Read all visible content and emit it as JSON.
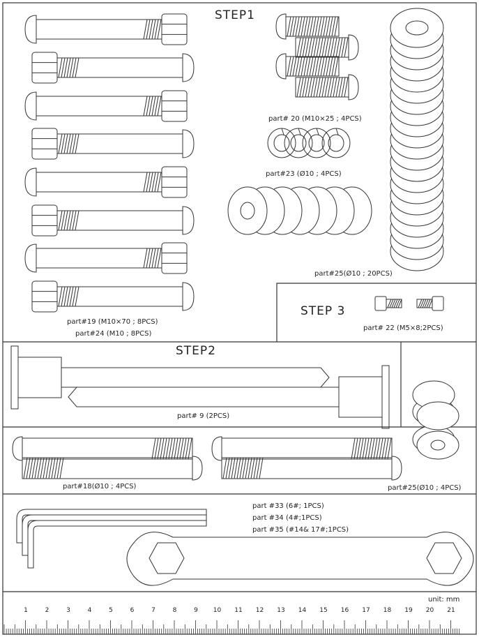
{
  "step1": {
    "title": "STEP1",
    "bolts_label_1": "part#19 (M10×70 ; 8PCS)",
    "bolts_label_2": "part#24 (M10 ; 8PCS)",
    "screws_label": "part# 20 (M10×25 ; 4PCS)",
    "spring_label": "part#23 (Ø10 ; 4PCS)",
    "washer_label": "part#25(Ø10 ; 20PCS)"
  },
  "step3": {
    "title": "STEP 3",
    "label": "part# 22 (M5×8;2PCS)"
  },
  "step2": {
    "title": "STEP2",
    "axle_label": "part# 9 (2PCS)",
    "long_bolt_label": "part#18(Ø10 ; 4PCS)",
    "washer_label": "part#25(Ø10 ; 4PCS)"
  },
  "tools": {
    "label_1": "part #33 (6#; 1PCS)",
    "label_2": "part #34 (4#;1PCS)",
    "label_3": "part #35 (#14& 17#;1PCS)"
  },
  "ruler": {
    "unit_label": "unit: mm",
    "numbers": [
      "1",
      "2",
      "3",
      "4",
      "5",
      "6",
      "7",
      "8",
      "9",
      "10",
      "11",
      "12",
      "13",
      "14",
      "15",
      "16",
      "17",
      "18",
      "19",
      "20",
      "21"
    ]
  }
}
